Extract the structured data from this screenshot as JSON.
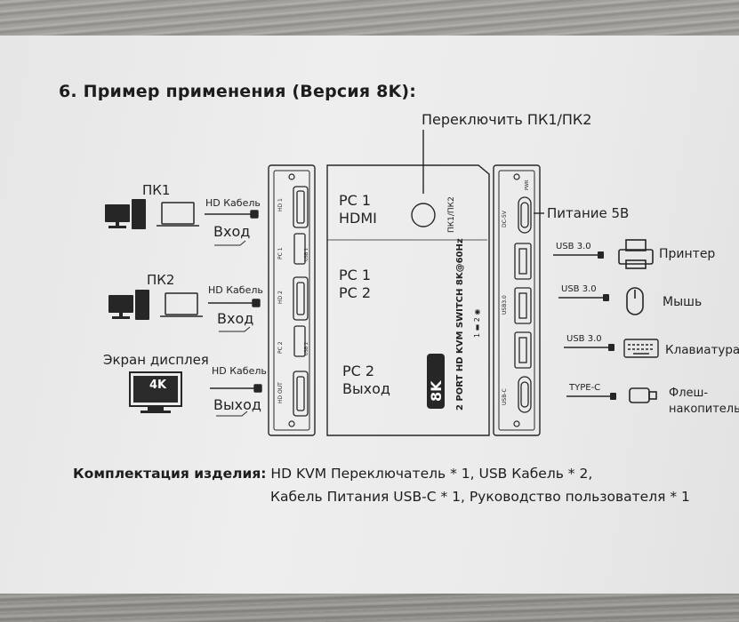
{
  "heading": "6. Пример применения (Версия 8K):",
  "switch_label": "Переключить ПК1/ПК2",
  "left": {
    "pc1": "ПК1",
    "pc2": "ПК2",
    "display": "Экран дисплея",
    "cable": "HD Кабель",
    "input": "Вход",
    "output": "Выход",
    "screen_badge": "4K"
  },
  "front_panel": {
    "pc1_hdmi_line1": "PC 1",
    "pc1_hdmi_line2": "HDMI",
    "pc12_line1": "PC 1",
    "pc12_line2": "PC 2",
    "pc2_out_line1": "PC 2",
    "pc2_out_line2": "Выход",
    "button_label": "ПК1/ПК2",
    "model": "2 PORT HD KVM SWITCH 8K@60Hz",
    "badge": "8K",
    "port_hd1": "HD 1",
    "port_pc1": "PC 1",
    "port_usb1": "USB 1",
    "port_hd2": "HD 2",
    "port_pc2": "PC 2",
    "port_usb2": "USB 2",
    "port_hdout": "HD OUT",
    "led_labels": "1 ▬ 2 ◉"
  },
  "right_panel": {
    "power_label": "Питание 5В",
    "dc_port": "DC-5V",
    "power_text": "PWR",
    "usb_port": "USB3.0",
    "usbc_port": "USB-C",
    "usb30": "USB 3.0",
    "typec": "TYPE-C",
    "printer": "Принтер",
    "mouse": "Мышь",
    "keyboard": "Клавиатура",
    "flash_line1": "Флеш-",
    "flash_line2": "накопитель"
  },
  "package": {
    "title": "Комплектация изделия:",
    "line1": "HD KVM Переключатель * 1, USB Кабель * 2,",
    "line2": "Кабель Питания USB-C * 1, Руководство пользователя * 1"
  }
}
